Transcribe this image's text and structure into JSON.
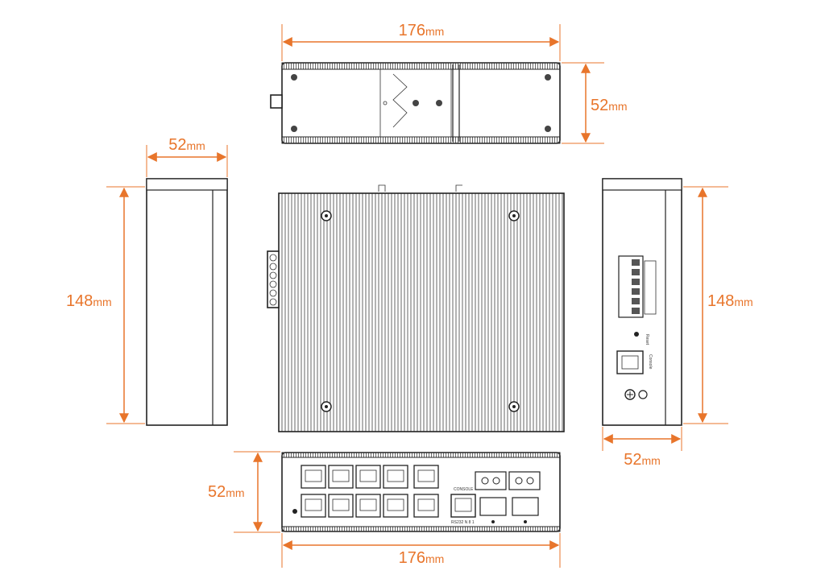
{
  "dimensions": {
    "top_width": {
      "value": "176",
      "unit": "mm"
    },
    "top_height": {
      "value": "52",
      "unit": "mm"
    },
    "left_width": {
      "value": "52",
      "unit": "mm"
    },
    "left_height": {
      "value": "148",
      "unit": "mm"
    },
    "right_height": {
      "value": "148",
      "unit": "mm"
    },
    "right_width": {
      "value": "52",
      "unit": "mm"
    },
    "bottom_height": {
      "value": "52",
      "unit": "mm"
    },
    "bottom_width": {
      "value": "176",
      "unit": "mm"
    }
  },
  "panel_labels": {
    "reset": "Reset",
    "console": "Console",
    "console_front": "CONSOLE",
    "rs232": "RS232 N 8 1"
  },
  "colors": {
    "dimension": "#e8752b",
    "outline": "#222222"
  }
}
